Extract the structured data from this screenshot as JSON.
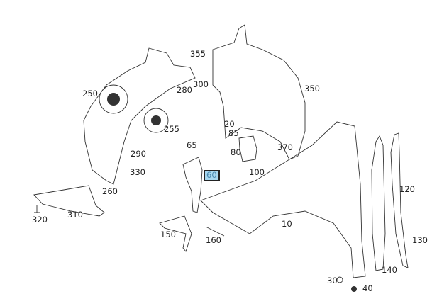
{
  "diagram": {
    "highlighted_part": "60",
    "highlight_color": "#a8d8f0",
    "labels": [
      "355",
      "300",
      "280",
      "250",
      "350",
      "255",
      "20",
      "85",
      "80",
      "370",
      "65",
      "290",
      "330",
      "60",
      "100",
      "260",
      "120",
      "310",
      "320",
      "10",
      "150",
      "160",
      "130",
      "140",
      "30",
      "40"
    ]
  }
}
